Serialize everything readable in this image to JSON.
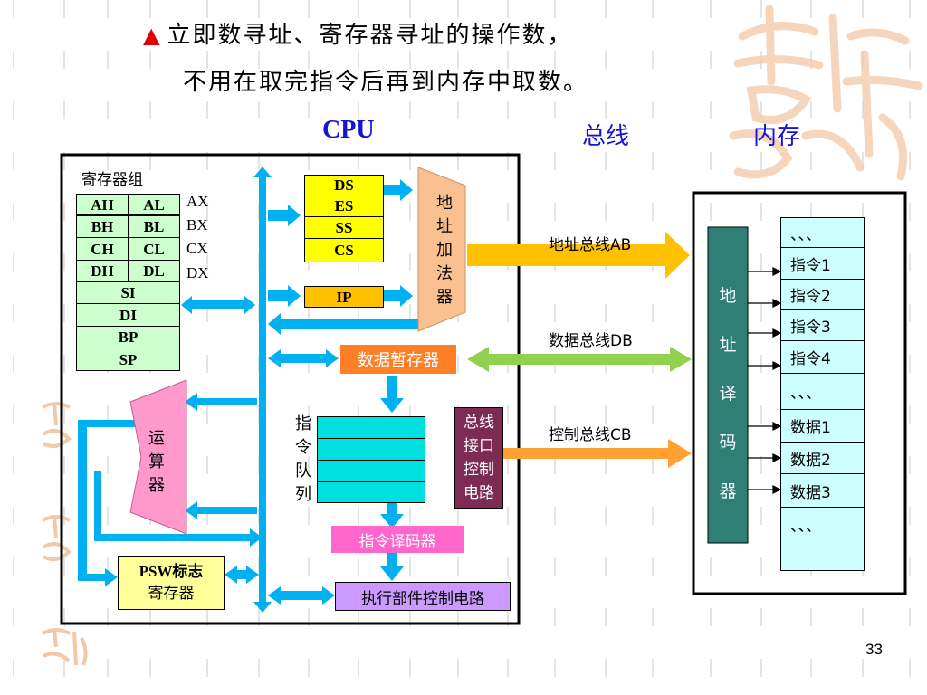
{
  "title": {
    "line1": "立即数寻址、寄存器寻址的操作数，",
    "line2": "不用在取完指令后再到内存中取数。"
  },
  "headers": {
    "cpu": "CPU",
    "bus": "总线",
    "memory": "内存"
  },
  "cpu": {
    "register_group_label": "寄存器组",
    "regs_high": [
      "AH",
      "BH",
      "CH",
      "DH"
    ],
    "regs_low": [
      "AL",
      "BL",
      "CL",
      "DL"
    ],
    "regs_full": [
      "AX",
      "BX",
      "CX",
      "DX"
    ],
    "regs_other": [
      "SI",
      "DI",
      "BP",
      "SP"
    ],
    "segment_regs": [
      "DS",
      "ES",
      "SS",
      "CS"
    ],
    "ip": "IP",
    "address_adder": [
      "地",
      "址",
      "加",
      "法",
      "器"
    ],
    "data_buffer": "数据暂存器",
    "alu": [
      "运",
      "算",
      "器"
    ],
    "queue_label": [
      "指",
      "令",
      "队",
      "列"
    ],
    "bus_interface": [
      "总线",
      "接口",
      "控制",
      "电路"
    ],
    "decoder": "指令译码器",
    "psw": [
      "PSW标志",
      "寄存器"
    ],
    "exec_control": "执行部件控制电路"
  },
  "buses": {
    "ab": "地址总线AB",
    "db": "数据总线DB",
    "cb": "控制总线CB"
  },
  "memory": {
    "decoder": [
      "地",
      "址",
      "译",
      "码",
      "器"
    ],
    "cells": [
      "、、、",
      "指令1",
      "指令2",
      "指令3",
      "指令4",
      "、、、",
      "数据1",
      "数据2",
      "数据3",
      "、、、"
    ]
  },
  "page_number": "33",
  "colors": {
    "bus_blue": "#00b0f0",
    "yellow_arrow": "#ffc000",
    "green_arrow": "#92d050",
    "orange_arrow": "#ffa030",
    "adder": "#fac090",
    "data_buffer": "#ff7f27",
    "alu": "#ff99cc",
    "bus_interface": "#7d2b52",
    "decoder": "#ff66cc",
    "exec": "#cc99ff",
    "mem_decoder": "#2f7f77",
    "queue": "#00e0e0"
  }
}
